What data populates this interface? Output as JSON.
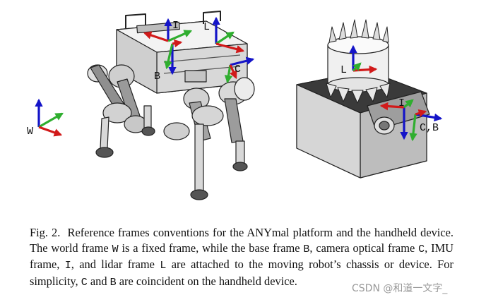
{
  "figure": {
    "labels": {
      "world": "W",
      "imu": "I",
      "lidar": "L",
      "base": "B",
      "camera": "C",
      "imu_handheld": "I",
      "lidar_handheld": "L",
      "camera_base_handheld": "C,B"
    },
    "colors": {
      "x_axis": "#d11a1a",
      "y_axis": "#2fae2f",
      "z_axis": "#1414c8"
    }
  },
  "caption": {
    "fig_label": "Fig. 2.",
    "p1": "Reference frames conventions for the ANYmal platform and the handheld device. The world frame",
    "w": "W",
    "p2": "is a fixed frame, while the base frame",
    "b": "B",
    "p3": ", camera optical frame",
    "c": "C",
    "p4": ", IMU frame,",
    "i": "I",
    "p5": ", and lidar frame",
    "l": "L",
    "p6": "are attached to the moving robot’s chassis or device. For simplicity,",
    "c2": "C",
    "p7": "and",
    "b2": "B",
    "p8": "are coincident on the handheld device."
  },
  "watermark": "CSDN @和道一文字_"
}
